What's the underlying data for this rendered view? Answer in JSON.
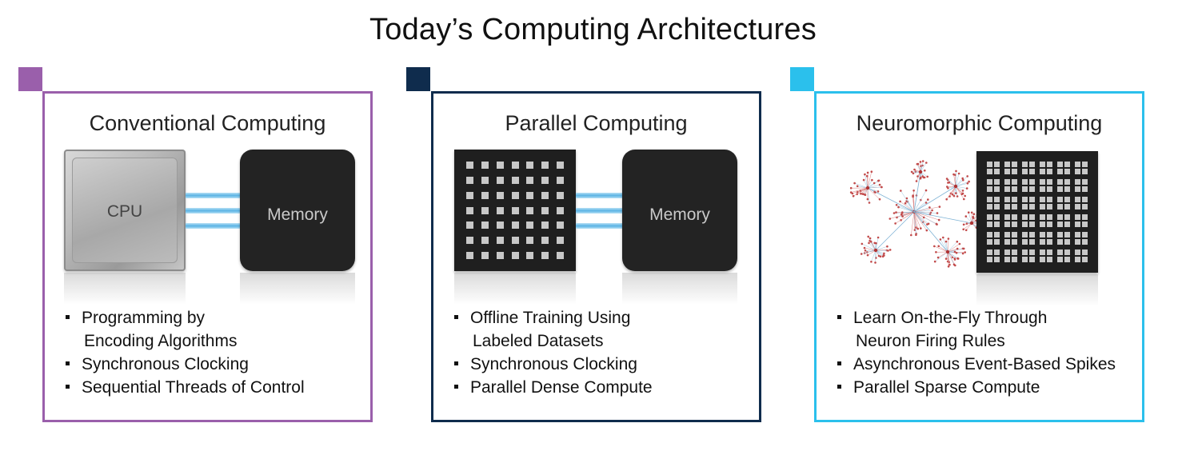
{
  "title": "Today’s Computing Architectures",
  "panels": [
    {
      "id": "conventional",
      "title": "Conventional Computing",
      "accent": "#9a5fab",
      "processor_label": "CPU",
      "memory_label": "Memory",
      "bullets": [
        [
          "Programming by",
          "Encoding Algorithms"
        ],
        [
          "Synchronous Clocking"
        ],
        [
          "Sequential Threads of Control"
        ]
      ]
    },
    {
      "id": "parallel",
      "title": "Parallel  Computing",
      "accent": "#0f2c4d",
      "memory_label": "Memory",
      "bullets": [
        [
          "Offline Training Using",
          "Labeled Datasets"
        ],
        [
          "Synchronous Clocking"
        ],
        [
          "Parallel Dense Compute"
        ]
      ]
    },
    {
      "id": "neuromorphic",
      "title": "Neuromorphic Computing",
      "accent": "#2bc0ec",
      "bullets": [
        [
          "Learn On-the-Fly Through",
          "Neuron Firing Rules"
        ],
        [
          "Asynchronous Event-Based Spikes"
        ],
        [
          "Parallel Sparse Compute"
        ]
      ]
    }
  ]
}
